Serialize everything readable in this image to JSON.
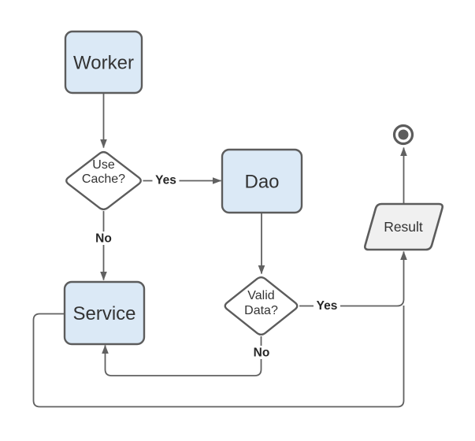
{
  "diagram": {
    "nodes": {
      "worker": {
        "label": "Worker",
        "shape": "rounded-rectangle"
      },
      "use_cache": {
        "line1": "Use",
        "line2": "Cache?",
        "shape": "diamond"
      },
      "dao": {
        "label": "Dao",
        "shape": "rounded-rectangle"
      },
      "service": {
        "label": "Service",
        "shape": "rounded-rectangle"
      },
      "valid_data": {
        "line1": "Valid",
        "line2": "Data?",
        "shape": "diamond"
      },
      "result": {
        "label": "Result",
        "shape": "parallelogram"
      },
      "end": {
        "shape": "final-state-circle"
      }
    },
    "edges": [
      {
        "from": "Worker",
        "to": "Use Cache?",
        "label": ""
      },
      {
        "from": "Use Cache?",
        "to": "Dao",
        "label": "Yes"
      },
      {
        "from": "Use Cache?",
        "to": "Service",
        "label": "No"
      },
      {
        "from": "Dao",
        "to": "Valid Data?",
        "label": ""
      },
      {
        "from": "Valid Data?",
        "to": "Result",
        "label": "Yes"
      },
      {
        "from": "Valid Data?",
        "to": "Service",
        "label": "No"
      },
      {
        "from": "Service",
        "to": "Result",
        "label": ""
      },
      {
        "from": "Result",
        "to": "End",
        "label": ""
      }
    ],
    "colors": {
      "process_fill": "#dbe9f6",
      "decision_fill": "#ffffff",
      "data_fill": "#f0f0f0",
      "shape_stroke": "#5c5c5c",
      "edge_stroke": "#616161",
      "node_text": "#333333",
      "edge_label_text": "#262626",
      "background": "#ffffff"
    }
  }
}
